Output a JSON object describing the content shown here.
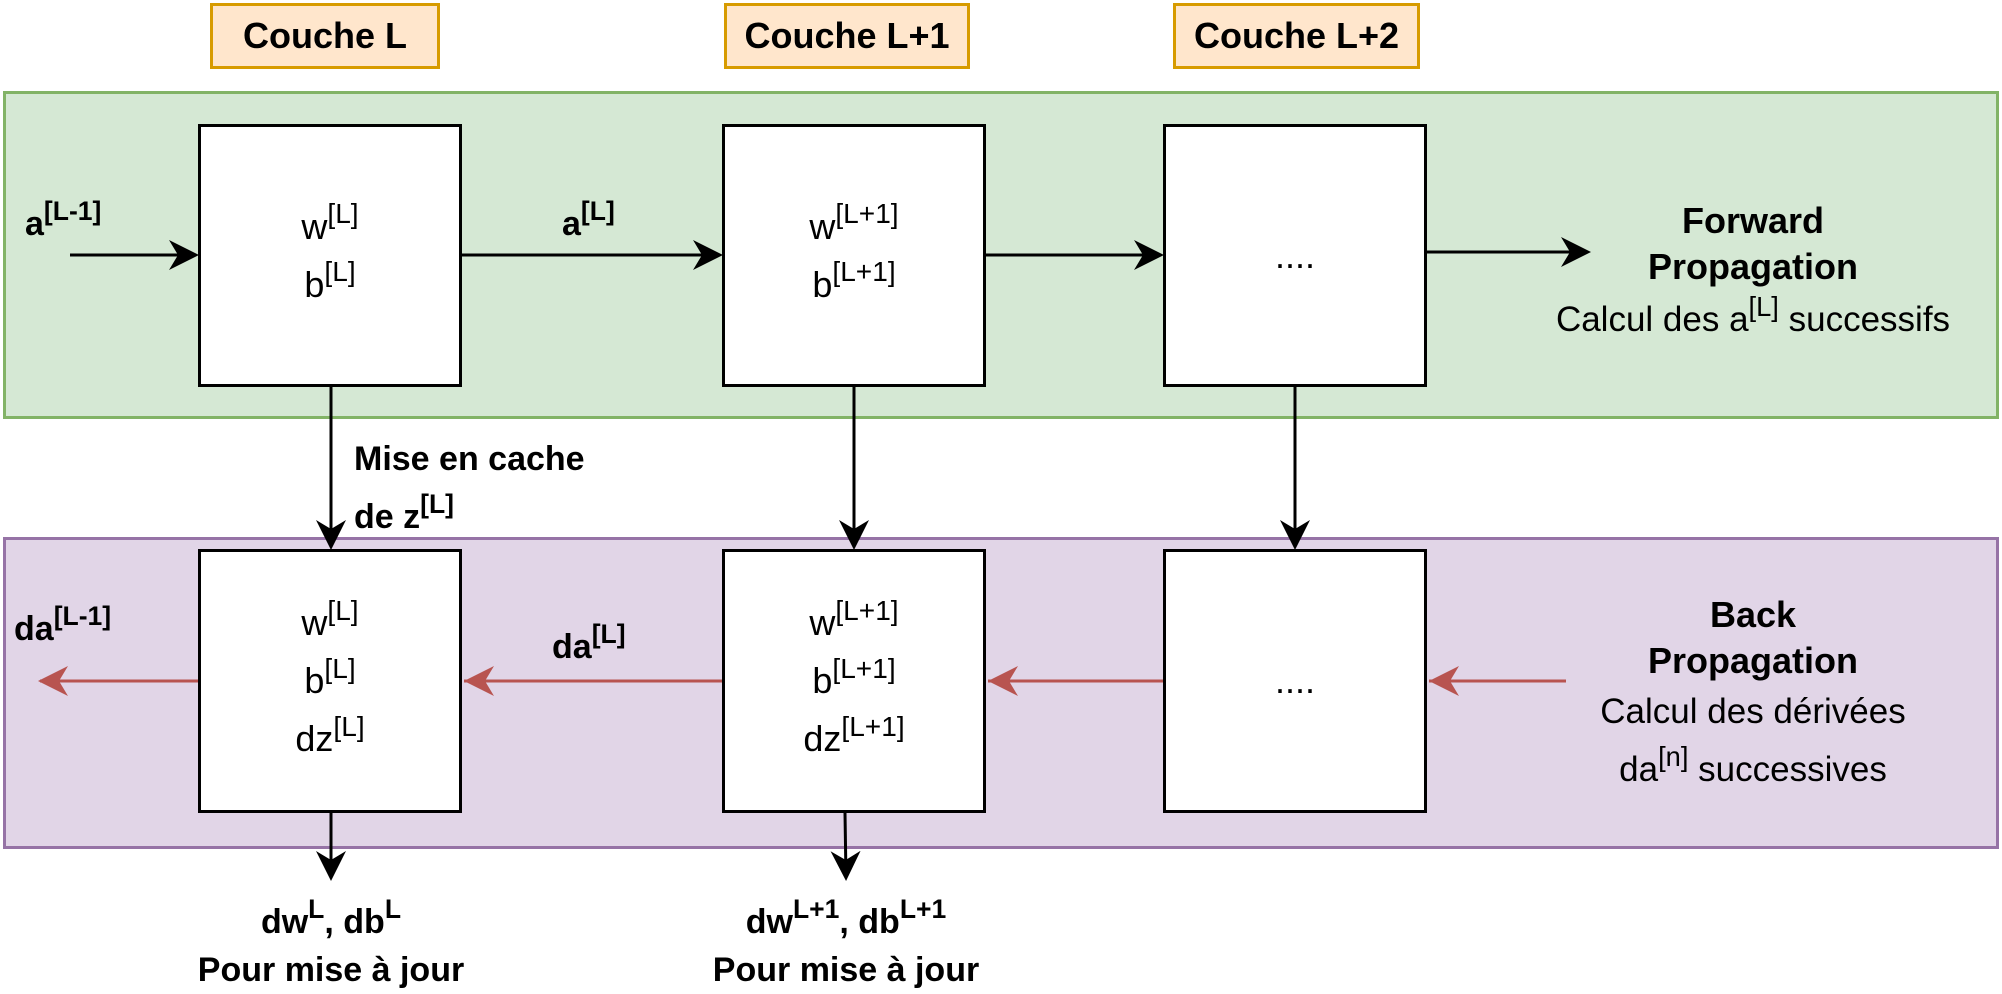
{
  "layers": {
    "l": "Couche L",
    "l1": "Couche L+1",
    "l2": "Couche L+2"
  },
  "forward": {
    "input": {
      "base": "a",
      "sup": "[L-1]"
    },
    "link": {
      "base": "a",
      "sup": "[L]"
    },
    "node_l": {
      "w_base": "w",
      "w_sup": "[L]",
      "b_base": "b",
      "b_sup": "[L]"
    },
    "node_l1": {
      "w_base": "w",
      "w_sup": "[L+1]",
      "b_base": "b",
      "b_sup": "[L+1]"
    },
    "node_l2": {
      "text": "...."
    },
    "title_line1": "Forward",
    "title_line2": "Propagation",
    "desc_pre": "Calcul des a",
    "desc_sup": "[L]",
    "desc_post": " successifs"
  },
  "cache": {
    "line1": "Mise en cache",
    "line2_base": "de z",
    "line2_sup": "[L]"
  },
  "back": {
    "output": {
      "base": "da",
      "sup": "[L-1]"
    },
    "link": {
      "base": "da",
      "sup": "[L]"
    },
    "node_l": {
      "w_base": "w",
      "w_sup": "[L]",
      "b_base": "b",
      "b_sup": "[L]",
      "dz_base": "dz",
      "dz_sup": "[L]"
    },
    "node_l1": {
      "w_base": "w",
      "w_sup": "[L+1]",
      "b_base": "b",
      "b_sup": "[L+1]",
      "dz_base": "dz",
      "dz_sup": "[L+1]"
    },
    "node_l2": {
      "text": "...."
    },
    "title_line1": "Back",
    "title_line2": "Propagation",
    "desc_line1": "Calcul des dérivées",
    "desc_line2_pre": "da",
    "desc_line2_sup": "[n]",
    "desc_line2_post": " successives"
  },
  "outputs": {
    "l": {
      "dw": "dw",
      "dw_sup": "L",
      "sep": ", ",
      "db": "db",
      "db_sup": "L",
      "note": "Pour mise à jour"
    },
    "l1": {
      "dw": "dw",
      "dw_sup": "L+1",
      "sep": ", ",
      "db": "db",
      "db_sup": "L+1",
      "note": "Pour mise à jour"
    }
  },
  "colors": {
    "forward_fill": "#d5e8d4",
    "forward_border": "#82b366",
    "back_fill": "#e1d5e7",
    "back_border": "#9673a6",
    "layer_label_fill": "#ffe6cc",
    "layer_label_border": "#d79b00",
    "back_arrow": "#b85450",
    "forward_arrow": "#000000"
  }
}
